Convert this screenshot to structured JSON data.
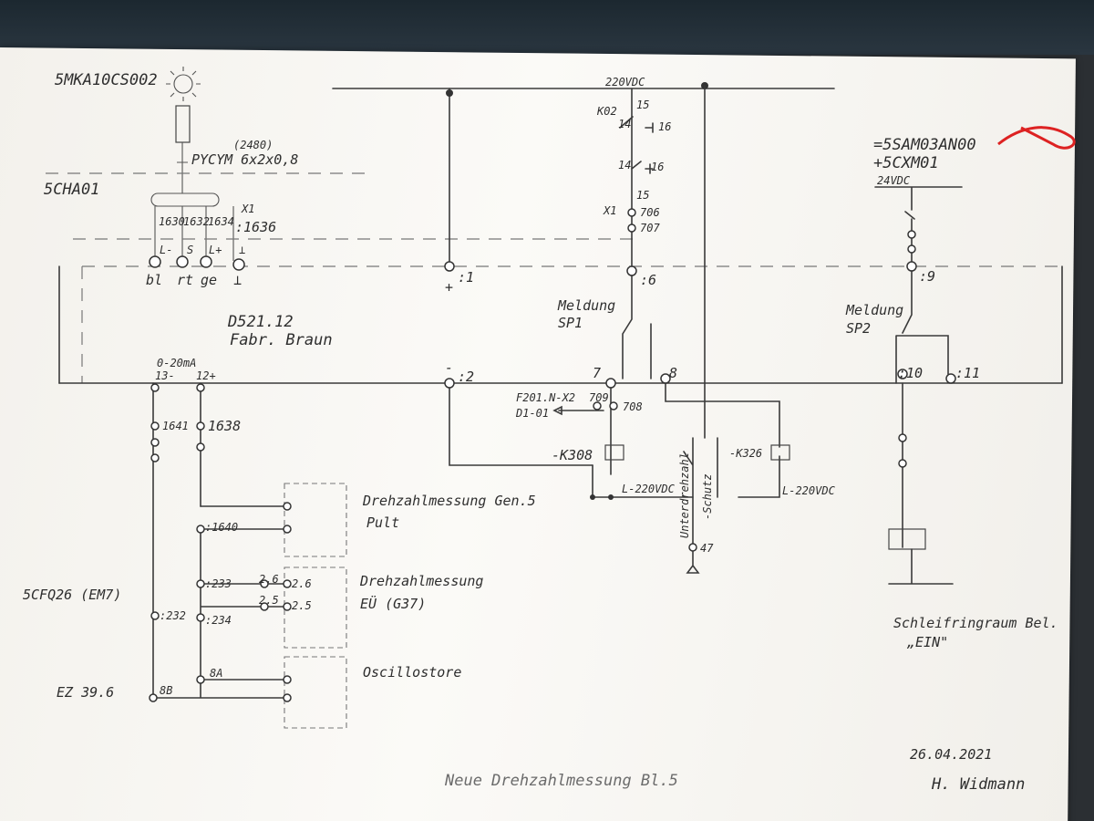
{
  "header": {
    "sensor_tag": "5MKA10CS002",
    "cable_no": "(2480)",
    "cable_type": "PYCYM 6x2x0,8",
    "cabinet": "5CHA01",
    "terminal_strip": "X1",
    "supply_220": "220VDC",
    "supply_24": "24VDC",
    "ref_1": "=5SAM03AN00",
    "ref_2": "+5CXM01"
  },
  "terminals_left": {
    "t1630": "1630",
    "t1632": "1632",
    "t1634": "1634",
    "t1636": ":1636",
    "sig_minus": "L-",
    "sig_s": "S",
    "sig_plus": "L+",
    "sig_gnd": "⊥",
    "col_bl": "bl",
    "col_rt": "rt",
    "col_ge": "ge",
    "col_gnd": "⊥"
  },
  "device": {
    "name": "D521.12",
    "maker": "Fabr. Braun",
    "range": "0-20mA",
    "p13": "13-",
    "p12": "12+"
  },
  "nodes": {
    "n1": ":1",
    "plus": "+",
    "n2": ":2",
    "minus": "-",
    "n6": ":6",
    "n7": "7",
    "n8": "8",
    "n9": ":9",
    "n10": ":10",
    "n11": ":11",
    "n1641": "1641",
    "n1638": "1638",
    "n1640": ":1640",
    "n233": ":233",
    "n234": ":234",
    "n232": ":232",
    "n26a": "2.6",
    "n26b": "2.6",
    "n25a": "2.5",
    "n25b": "2.5",
    "n8a": "8A",
    "n8b": "8B"
  },
  "relay_chain": {
    "k02": "K02",
    "p15a": "15",
    "p14a": "14",
    "p16a": "16",
    "p14b": "14",
    "p16b": "16",
    "x1": "X1",
    "p15b": "15",
    "p706": "706",
    "p707": "707",
    "p709": "709",
    "p708": "708",
    "f201": "F201.N-X2",
    "d101": "D1-01",
    "k308": "-K308",
    "k326": "-K326",
    "l220a": "L-220VDC",
    "l220b": "L-220VDC",
    "p47": "47",
    "undervolt": "Unterdrehzahl",
    "schutz": "-Schutz"
  },
  "labels": {
    "meldung_sp1_a": "Meldung",
    "meldung_sp1_b": "SP1",
    "meldung_sp2_a": "Meldung",
    "meldung_sp2_b": "SP2",
    "gen_a": "Drehzahlmessung Gen.5",
    "gen_b": "Pult",
    "eu_a": "Drehzahlmessung",
    "eu_b": "EÜ (G37)",
    "osc": "Oscillostore",
    "cfq": "5CFQ26 (EM7)",
    "ez": "EZ 39.6",
    "ring_a": "Schleifringraum Bel.",
    "ring_b": "„EIN\"",
    "title": "Neue Drehzahlmessung Bl.5",
    "date": "26.04.2021",
    "author": "H. Widmann"
  }
}
